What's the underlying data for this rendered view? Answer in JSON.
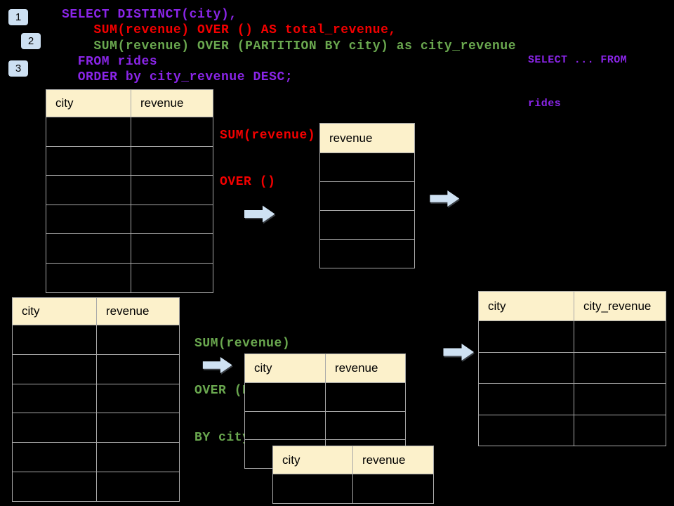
{
  "colors": {
    "background": "#000000",
    "sql_purple": "#8A25E8",
    "sql_red": "#F40000",
    "sql_green": "#6AA84F",
    "table_header_fill": "#FCF1CB",
    "table_border": "#A9A9A9",
    "badge_fill": "#CDE0F2",
    "arrow_fill": "#CFE2F3"
  },
  "step_badges": [
    {
      "label": "1"
    },
    {
      "label": "2"
    },
    {
      "label": "3"
    }
  ],
  "sql_code": {
    "lines": [
      {
        "text": "SELECT DISTINCT(city),",
        "color": "sql_purple"
      },
      {
        "text": "    SUM(revenue) OVER () AS total_revenue,",
        "color": "sql_red"
      },
      {
        "text": "    SUM(revenue) OVER (PARTITION BY city) as city_revenue",
        "color": "sql_green"
      },
      {
        "text": "  FROM rides",
        "color": "sql_purple"
      },
      {
        "text": "  ORDER by city_revenue DESC;",
        "color": "sql_purple"
      }
    ]
  },
  "side_note": {
    "lines": [
      "SELECT ... FROM",
      "rides"
    ]
  },
  "annotations": {
    "total_window": {
      "lines": [
        "SUM(revenue)",
        "OVER ()"
      ]
    },
    "partition_window": {
      "lines": [
        "SUM(revenue)",
        "OVER (PARTITION",
        "BY city)"
      ]
    }
  },
  "tables": {
    "source_top": {
      "headers": [
        "city",
        "revenue"
      ],
      "empty_rows": 6
    },
    "total_revenue_result": {
      "headers": [
        "revenue"
      ],
      "empty_rows": 4
    },
    "source_bottom": {
      "headers": [
        "city",
        "revenue"
      ],
      "empty_rows": 6
    },
    "partition_step": {
      "headers": [
        "city",
        "revenue"
      ],
      "empty_rows": 3
    },
    "partition_step_overlay": {
      "headers": [
        "city",
        "revenue"
      ],
      "empty_rows": 1
    },
    "city_revenue_result": {
      "headers": [
        "city",
        "city_revenue"
      ],
      "empty_rows": 4
    }
  }
}
